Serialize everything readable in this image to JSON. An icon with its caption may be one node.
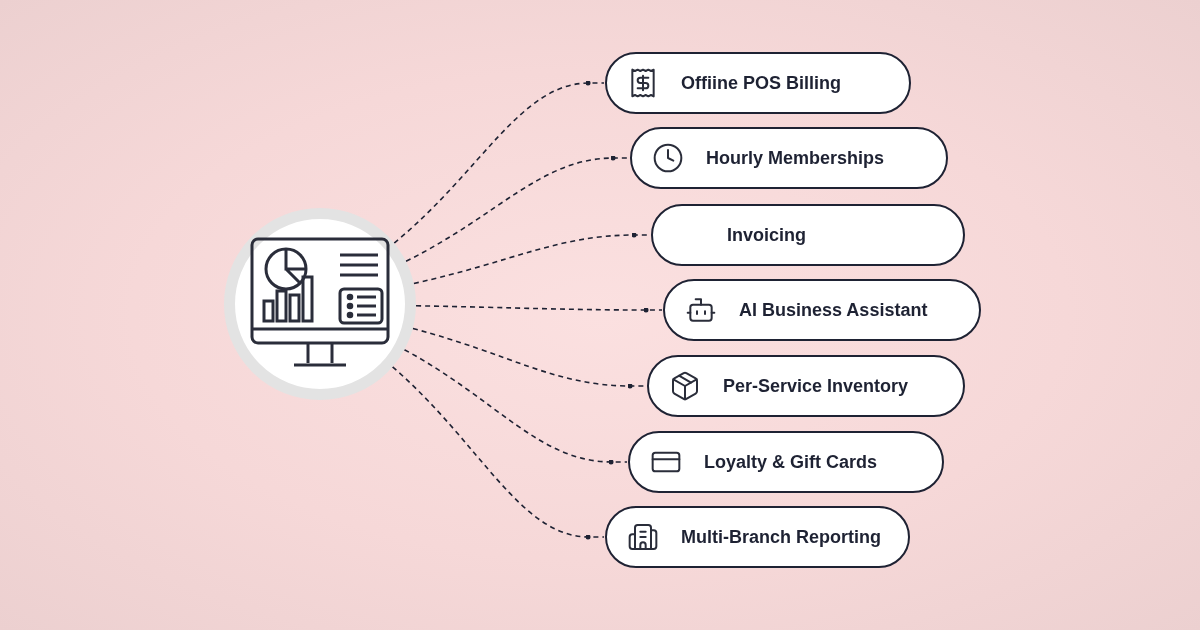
{
  "diagram": {
    "nodes": [
      {
        "text": [],
        "shape": "circle"
      },
      {
        "text": [
          "Offiine POS Billing"
        ]
      },
      {
        "text": [
          "Hourly Memberships"
        ]
      },
      {
        "text": [
          "Invoicing"
        ]
      },
      {
        "text": [
          "AI Business Assistant"
        ]
      },
      {
        "text": [
          "Per-Service Inventory"
        ]
      },
      {
        "text": [
          "Loyalty & Gift Cards"
        ]
      },
      {
        "text": [
          "Multi-Branch Reporting"
        ]
      }
    ],
    "edges": [
      {
        "from": 0,
        "to": 1,
        "arrow": "other",
        "style": "dashed"
      },
      {
        "from": 0,
        "to": 2,
        "arrow": "other",
        "style": "dashed"
      },
      {
        "from": 0,
        "to": 3,
        "arrow": "other",
        "style": "dashed"
      },
      {
        "from": 0,
        "to": 4,
        "arrow": "other",
        "style": "dashed"
      },
      {
        "from": 0,
        "to": 5,
        "arrow": "other",
        "style": "dashed"
      },
      {
        "from": 0,
        "to": 6,
        "arrow": "other",
        "style": "dashed"
      },
      {
        "from": 0,
        "to": 7,
        "arrow": "other",
        "style": "dashed"
      }
    ]
  }
}
